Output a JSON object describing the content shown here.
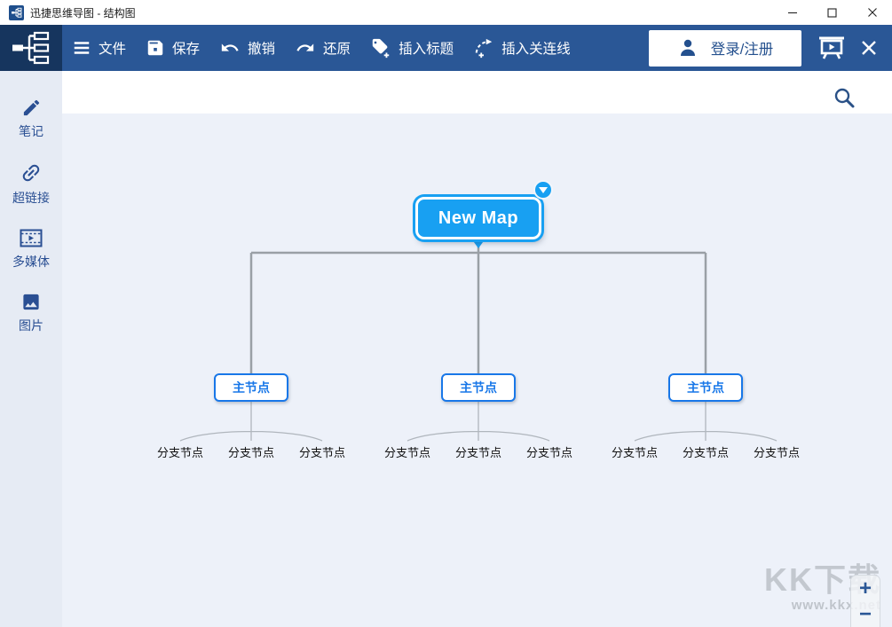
{
  "titlebar": {
    "title": "迅捷思维导图 - 结构图"
  },
  "toolbar": {
    "items": [
      {
        "id": "file",
        "label": "文件",
        "icon": "hamburger-icon"
      },
      {
        "id": "save",
        "label": "保存",
        "icon": "save-icon"
      },
      {
        "id": "undo",
        "label": "撤销",
        "icon": "undo-icon"
      },
      {
        "id": "redo",
        "label": "还原",
        "icon": "redo-icon"
      },
      {
        "id": "insert-label",
        "label": "插入标题",
        "icon": "tag-plus-icon"
      },
      {
        "id": "insert-relation",
        "label": "插入关连线",
        "icon": "relation-line-plus-icon"
      }
    ],
    "login_label": "登录/注册"
  },
  "sidebar": {
    "items": [
      {
        "id": "notes",
        "label": "笔记",
        "icon": "pencil-icon"
      },
      {
        "id": "hyperlink",
        "label": "超链接",
        "icon": "link-icon"
      },
      {
        "id": "multimedia",
        "label": "多媒体",
        "icon": "media-icon"
      },
      {
        "id": "image",
        "label": "图片",
        "icon": "image-icon"
      }
    ]
  },
  "mindmap": {
    "root_label": "New Map",
    "main_nodes": [
      "主节点",
      "主节点",
      "主节点"
    ],
    "branch_nodes": [
      "分支节点",
      "分支节点",
      "分支节点",
      "分支节点",
      "分支节点",
      "分支节点",
      "分支节点",
      "分支节点",
      "分支节点"
    ]
  },
  "zoom_controls": {
    "zoom_in": "+",
    "zoom_out": "−"
  },
  "watermark": {
    "text": "KK下载",
    "url": "www.kkx.net"
  },
  "colors": {
    "toolbar_blue": "#2a5796",
    "logo_navy": "#16355e",
    "node_azure": "#18a0f2",
    "node_border_blue": "#1877e8",
    "canvas_bg": "#edf1f9",
    "sidebar_bg": "#e6ebf4",
    "connector_gray": "#9aa0a6"
  }
}
